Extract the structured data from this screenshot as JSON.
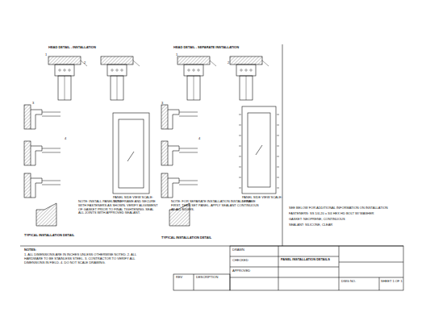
{
  "diagram": {
    "labels": [
      "HEAD DETAIL - INSTALLATION",
      "HEAD DETAIL - SEPARATE INSTALLATION",
      "1",
      "2",
      "3",
      "4",
      "1",
      "2",
      "3",
      "4",
      "PANEL SIDE VIEW SCALE: NONE",
      "PANEL SIDE VIEW SCALE: NONE",
      "NOTE: INSTALL PANEL INTO FRAME AND SECURE WITH FASTENERS AS SHOWN. VERIFY ALIGNMENT OF GASKET PRIOR TO FINAL TIGHTENING. SEAL ALL JOINTS WITH APPROVED SEALANT.",
      "NOTE: FOR SEPARATE INSTALLATION INSTALL FRAME FIRST, THEN SET PANEL. APPLY SEALANT CONTINUOUS AT ALL EDGES.",
      "TYPICAL INSTALLATION DETAIL",
      "TYPICAL INSTALLATION DETAIL",
      "SEE BELOW FOR ADDITIONAL INFORMATION ON INSTALLATION",
      "FASTENERS: SS 1/4-20 x 3/4 HEX HD BOLT W/ WASHER",
      "GASKET: NEOPRENE, CONTINUOUS",
      "SEALANT: SILICONE, CLEAR",
      "NOTES:",
      "1. ALL DIMENSIONS ARE IN INCHES UNLESS OTHERWISE NOTED. 2. ALL HARDWARE TO BE STAINLESS STEEL. 3. CONTRACTOR TO VERIFY ALL DIMENSIONS IN FIELD. 4. DO NOT SCALE DRAWING.",
      "REV",
      "DESCRIPTION",
      "DRAWN",
      "CHECKED",
      "APPROVED",
      "PANEL INSTALLATION DETAILS",
      "DWG NO.",
      "SHEET 1 OF 1"
    ]
  }
}
